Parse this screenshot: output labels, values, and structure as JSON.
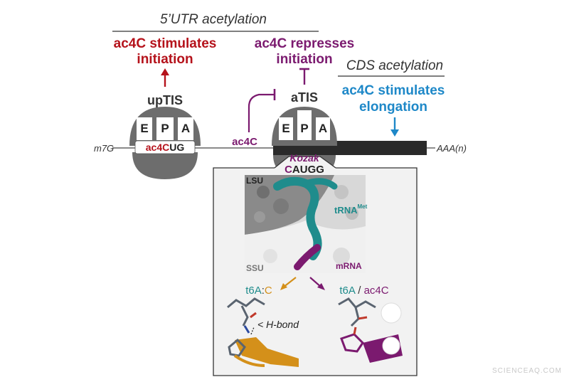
{
  "header": {
    "utr_title": "5’UTR acetylation",
    "cds_title": "CDS acetylation"
  },
  "upstream": {
    "effect_line1": "ac4C stimulates",
    "effect_line2": "initiation",
    "site_label": "upTIS",
    "sites": [
      "E",
      "P",
      "A"
    ],
    "codon_mod": "ac4C",
    "codon_rest": "UG"
  },
  "annotated": {
    "effect_line1": "ac4C represses",
    "effect_line2": "initiation",
    "site_label": "aTIS",
    "sites": [
      "E",
      "P",
      "A"
    ],
    "ac4c_label": "ac4C"
  },
  "cds": {
    "effect_line1": "ac4C stimulates",
    "effect_line2": "elongation"
  },
  "mrna": {
    "cap": "m7G",
    "tail": "AAA(n)"
  },
  "kozak": {
    "label": "Kozak",
    "seq_first": "C",
    "seq_rest": "AUGG"
  },
  "structure": {
    "lsu": "LSU",
    "ssu": "SSU",
    "trna": "tRNA",
    "trna_sup": "Met",
    "mrna": "mRNA"
  },
  "panels": {
    "left_a": "t6A",
    "left_sep": ":",
    "left_b": "C",
    "hbond": "< H-bond",
    "right_a": "t6A",
    "right_sep": " / ",
    "right_b": "ac4C"
  },
  "watermark": "SCIENCEAQ.COM",
  "colors": {
    "red": "#b5121b",
    "purple": "#7b1a6f",
    "blue": "#1e88c8",
    "teal": "#1f8c8c",
    "orange": "#d4901a",
    "grey": "#6b6b6b",
    "dark": "#333333"
  }
}
